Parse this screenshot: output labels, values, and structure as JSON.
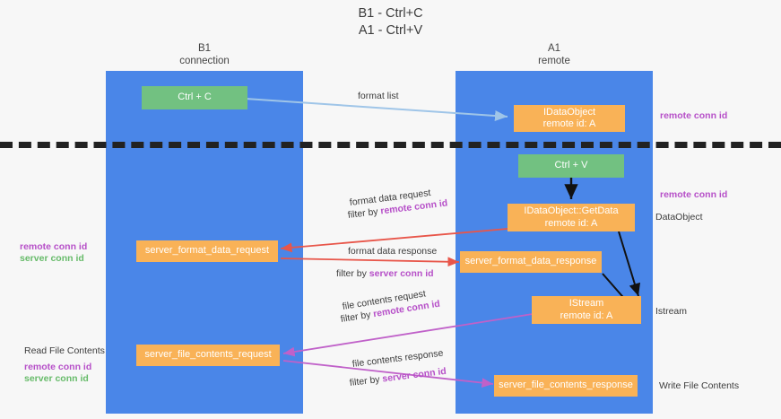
{
  "title": {
    "line1": "B1 - Ctrl+C",
    "line2": "A1 - Ctrl+V"
  },
  "columns": [
    {
      "id": "b1",
      "name": "B1",
      "role": "connection"
    },
    {
      "id": "a1",
      "name": "A1",
      "role": "remote"
    }
  ],
  "colors": {
    "panel": "#4a86e8",
    "green_box": "#72c181",
    "orange_box": "#f9b257",
    "magenta_text": "#b64fc8",
    "green_text": "#67bb6a",
    "red_arrow": "#e8564a",
    "blue_arrow": "#9fc5e8",
    "magenta_arrow": "#c061c9",
    "black_arrow": "#111111",
    "divider": "#222222",
    "background": "#f7f7f7"
  },
  "boxes": {
    "ctrl_c": {
      "label": "Ctrl + C",
      "kind": "green"
    },
    "ctrl_v": {
      "label": "Ctrl + V",
      "kind": "green"
    },
    "idataobject": {
      "line1": "IDataObject",
      "line2": "remote id: A",
      "kind": "orange"
    },
    "idataobject_getdata": {
      "line1": "IDataObject::GetData",
      "line2": "remote id: A",
      "kind": "orange"
    },
    "istream": {
      "line1": "IStream",
      "line2": "remote id: A",
      "kind": "orange"
    },
    "server_format_data_request": {
      "label": "server_format_data_request",
      "kind": "orange"
    },
    "server_format_data_response": {
      "label": "server_format_data_response",
      "kind": "orange"
    },
    "server_file_contents_request": {
      "label": "server_file_contents_request",
      "kind": "orange"
    },
    "server_file_contents_response": {
      "label": "server_file_contents_response",
      "kind": "orange"
    }
  },
  "edge_labels": {
    "format_list": "format list",
    "format_data_request": "format data request",
    "format_data_request_filter_prefix": "filter by ",
    "format_data_request_filter_key": "remote conn id",
    "format_data_response": "format data response",
    "format_data_response_filter_prefix": "filter by ",
    "format_data_response_filter_key": "server conn id",
    "file_contents_request": "file contents request",
    "file_contents_request_filter_prefix": "filter by ",
    "file_contents_request_filter_key": "remote conn id",
    "file_contents_response": "file contents response",
    "file_contents_response_filter_prefix": "filter by ",
    "file_contents_response_filter_key": "server conn id"
  },
  "annotations": {
    "right_remote_conn_id_top": "remote conn id",
    "right_remote_conn_id_mid": "remote conn id",
    "right_dataobject": "DataObject",
    "right_istream": "Istream",
    "right_write_file_contents": "Write File Contents",
    "left_remote_conn_id_mid": "remote conn id",
    "left_server_conn_id_mid": "server conn id",
    "left_read_file_contents": "Read File Contents",
    "left_remote_conn_id_bottom": "remote conn id",
    "left_server_conn_id_bottom": "server conn id"
  }
}
